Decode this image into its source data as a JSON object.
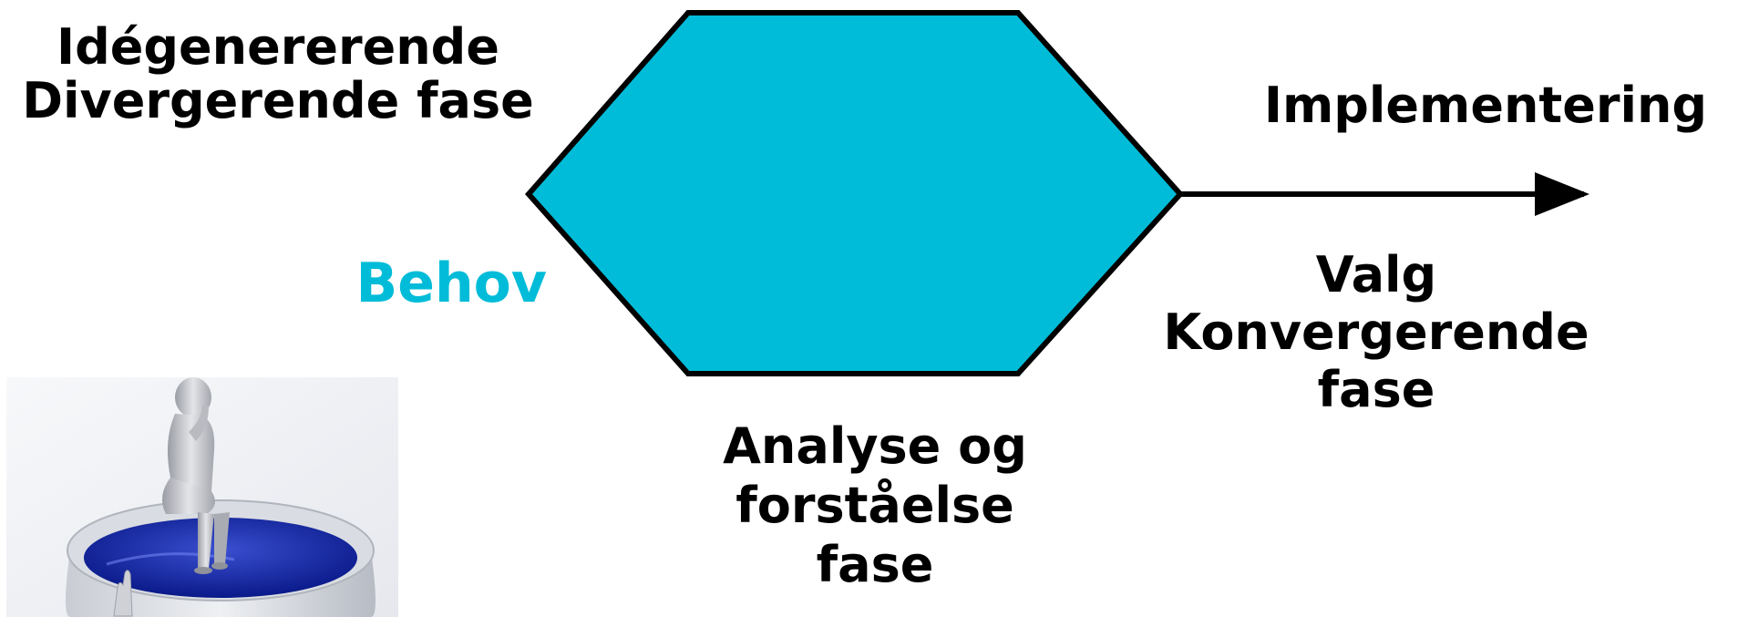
{
  "diagram": {
    "colors": {
      "hexagon_fill": "#00bcd8",
      "hexagon_stroke": "#000000",
      "arrow": "#000000",
      "behov_text": "#00bcd8",
      "text": "#000000"
    },
    "labels": {
      "idegenererende": {
        "line1": "Idégenererende",
        "line2": "Divergerende fase"
      },
      "implementering": "Implementering",
      "behov": "Behov",
      "valg": {
        "line1": "Valg",
        "line2": "Konvergerende",
        "line3": "fase"
      },
      "analyse": {
        "line1": "Analyse og",
        "line2": "forståelse",
        "line3": "fase"
      }
    },
    "image": {
      "icon": "thinker-on-bowl-icon"
    }
  }
}
